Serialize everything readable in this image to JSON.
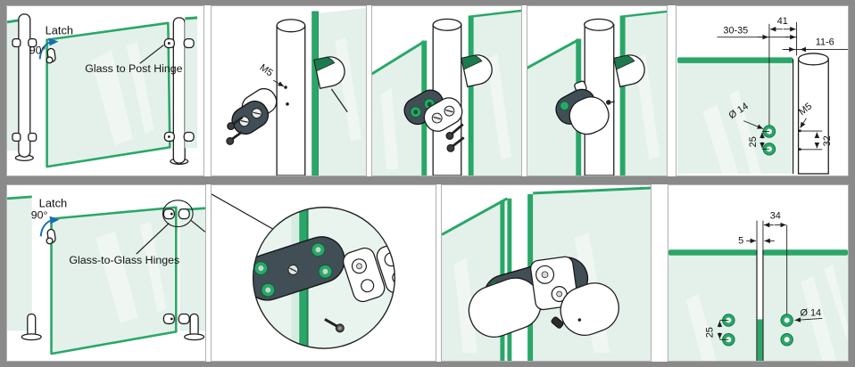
{
  "colors": {
    "frame_gray": "#8a8a8a",
    "glass_fill": "#e3f1ea",
    "glass_edge_green": "#2aa768",
    "gasket_green": "#1d7a4e",
    "hinge_body_dark": "#424e55",
    "line_ink": "#1c1c1c",
    "swing_arrow_blue": "#1b6db3"
  },
  "top_row": {
    "overview": {
      "latch": "Latch",
      "swing_angle": "90°",
      "callout": "Glass to Post Hinge"
    },
    "attach_step": {
      "screw_size": "M5"
    },
    "dims": {
      "post_center_offset": "41",
      "edge_range": "30-35",
      "post_edge_offset": "11-6",
      "hole_diameter": "Ø 14",
      "hole_spacing": "25",
      "screw_size": "M5",
      "post_hole_spacing": "32"
    }
  },
  "bottom_row": {
    "overview": {
      "latch": "Latch",
      "swing_angle": "90°",
      "callout": "Glass-to-Glass Hinges"
    },
    "dims": {
      "hole_offset": "34",
      "glass_gap": "5",
      "hole_diameter": "Ø 14",
      "hole_spacing": "25"
    }
  }
}
